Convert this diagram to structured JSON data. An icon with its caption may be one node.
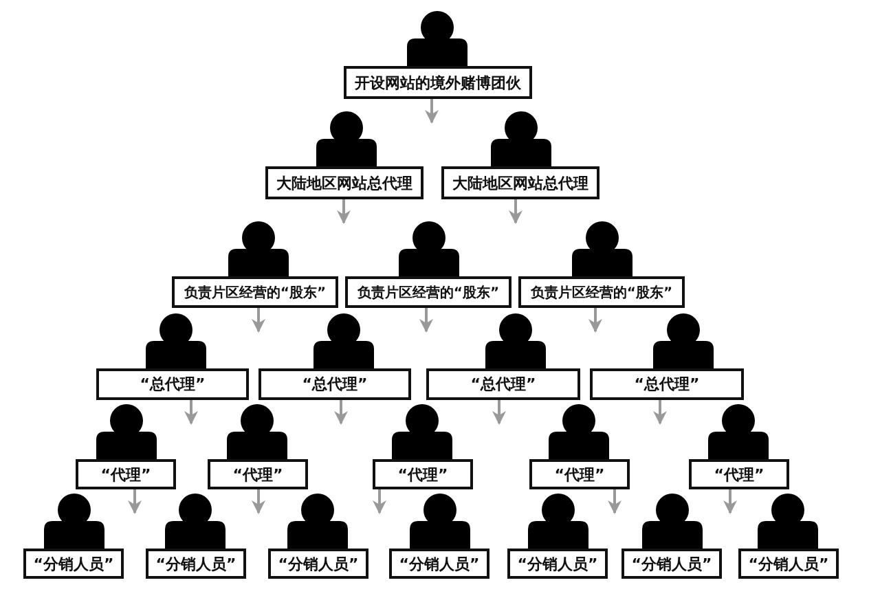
{
  "diagram": {
    "nodes": [
      {
        "text": [
          "开设网站的境外赌博团伙"
        ]
      },
      {
        "text": [
          "大陆地区网站总代理"
        ]
      },
      {
        "text": [
          "大陆地区网站总代理"
        ]
      },
      {
        "text": [
          "负责片区经营的“股东”"
        ]
      },
      {
        "text": [
          "负责片区经营的“股东”"
        ]
      },
      {
        "text": [
          "负责片区经营的“股东”"
        ]
      },
      {
        "text": [
          "“总代理”"
        ]
      },
      {
        "text": [
          "“总代理”"
        ]
      },
      {
        "text": [
          "“总代理”"
        ]
      },
      {
        "text": [
          "“总代理”"
        ]
      },
      {
        "text": [
          "“代理”"
        ]
      },
      {
        "text": [
          "“代理”"
        ]
      },
      {
        "text": [
          "“代理”"
        ]
      },
      {
        "text": [
          "“代理”"
        ]
      },
      {
        "text": [
          "“代理”"
        ]
      },
      {
        "text": [
          "“分销人员”"
        ]
      },
      {
        "text": [
          "“分销人员”"
        ]
      },
      {
        "text": [
          "“分销人员”"
        ]
      },
      {
        "text": [
          "“分销人员”"
        ]
      },
      {
        "text": [
          "“分销人员”"
        ]
      },
      {
        "text": [
          "“分销人员”"
        ]
      },
      {
        "text": [
          "“分销人员”"
        ]
      }
    ],
    "edges": [
      {
        "from": 0,
        "to": null,
        "arrow": "to"
      },
      {
        "from": 1,
        "to": null,
        "arrow": "to"
      },
      {
        "from": 2,
        "to": null,
        "arrow": "to"
      },
      {
        "from": 3,
        "to": null,
        "arrow": "to"
      },
      {
        "from": 4,
        "to": null,
        "arrow": "to"
      },
      {
        "from": 5,
        "to": null,
        "arrow": "to"
      },
      {
        "from": 6,
        "to": null,
        "arrow": "to"
      },
      {
        "from": 7,
        "to": null,
        "arrow": "to"
      },
      {
        "from": 8,
        "to": null,
        "arrow": "to"
      },
      {
        "from": 9,
        "to": null,
        "arrow": "to"
      },
      {
        "from": 10,
        "to": null,
        "arrow": "to"
      },
      {
        "from": 11,
        "to": null,
        "arrow": "to"
      },
      {
        "from": 12,
        "to": null,
        "arrow": "to"
      },
      {
        "from": 13,
        "to": null,
        "arrow": "to"
      },
      {
        "from": 14,
        "to": null,
        "arrow": "to"
      }
    ]
  }
}
